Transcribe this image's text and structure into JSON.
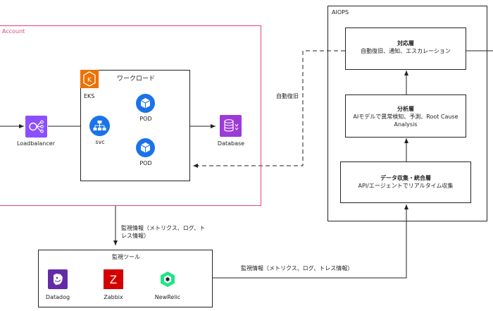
{
  "account": {
    "label": "Account"
  },
  "aiops": {
    "label": "AIOPS",
    "layers": [
      {
        "title": "対応層",
        "desc": "自動復旧、通知、エスカレーション"
      },
      {
        "title": "分析層",
        "desc": "AIモデルで異常検知、予測、Root Cause Analysis"
      },
      {
        "title": "データ収集・統合層",
        "desc": "API/エージェントでリアルタイム収集"
      }
    ]
  },
  "eks": {
    "badge": "EKS",
    "group_label": "ワークロード"
  },
  "nodes": {
    "loadbalancer": "Loadbalancer",
    "svc": "svc",
    "pod1": "POD",
    "pod2": "POD",
    "database": "Database"
  },
  "edges": {
    "auto_recovery": "自動復旧",
    "monitoring_info_a": "監視情報（メトリクス、ログ、ト",
    "monitoring_info_b": "レス情報）",
    "monitoring_info_full": "監視情報（メトリクス、ログ、トレス情報）"
  },
  "monitoring": {
    "title": "監視ツール",
    "tools": [
      "Datadog",
      "Zabbix",
      "NewRelic"
    ]
  },
  "colors": {
    "account_border": "#e0457b",
    "eks_orange": "#ed7100",
    "lb_purple": "#8c4fff",
    "pod_blue": "#1a73e8",
    "db_purple": "#9d3bd8",
    "datadog": "#632ca6",
    "zabbix": "#d40000",
    "newrelic": "#1ce783"
  }
}
